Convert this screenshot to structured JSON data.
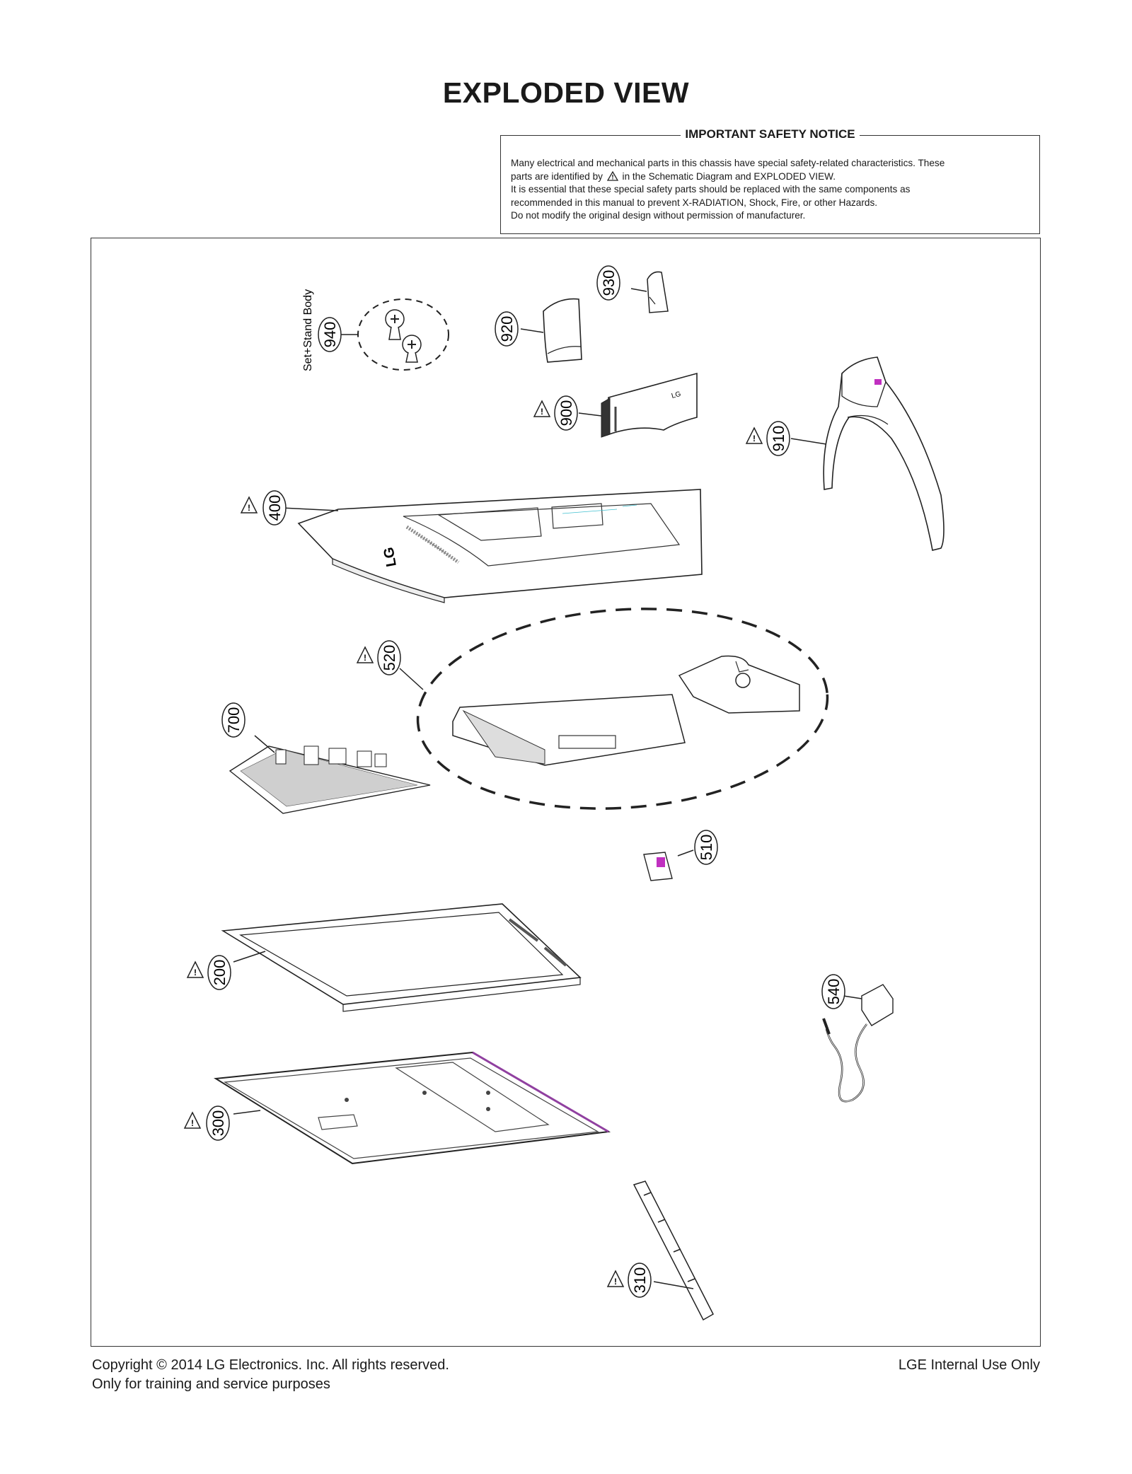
{
  "title": "EXPLODED VIEW",
  "safety_notice": {
    "heading": "IMPORTANT SAFETY NOTICE",
    "line1": "Many electrical and mechanical parts in this chassis have special safety-related characteristics. These",
    "line2_before": "parts are identified by",
    "line2_after": "in the Schematic Diagram and EXPLODED VIEW.",
    "line3": "It is essential that these special safety parts should be replaced with the same components as",
    "line4": "recommended in this manual to prevent X-RADIATION, Shock, Fire, or other Hazards.",
    "line5": "Do not modify the original design without permission of manufacturer."
  },
  "parts": {
    "p940": "940",
    "p940_note": "Set+Stand Body",
    "p930": "930",
    "p920": "920",
    "p900": "900",
    "p910": "910",
    "p400": "400",
    "p520": "520",
    "p700": "700",
    "p510": "510",
    "p200": "200",
    "p540": "540",
    "p300": "300",
    "p310": "310"
  },
  "logo_text": "LG",
  "footer": {
    "copyright": "Copyright  © 2014  LG Electronics. Inc. All rights reserved.",
    "purpose": "Only for training and service purposes",
    "internal": "LGE Internal Use Only"
  }
}
